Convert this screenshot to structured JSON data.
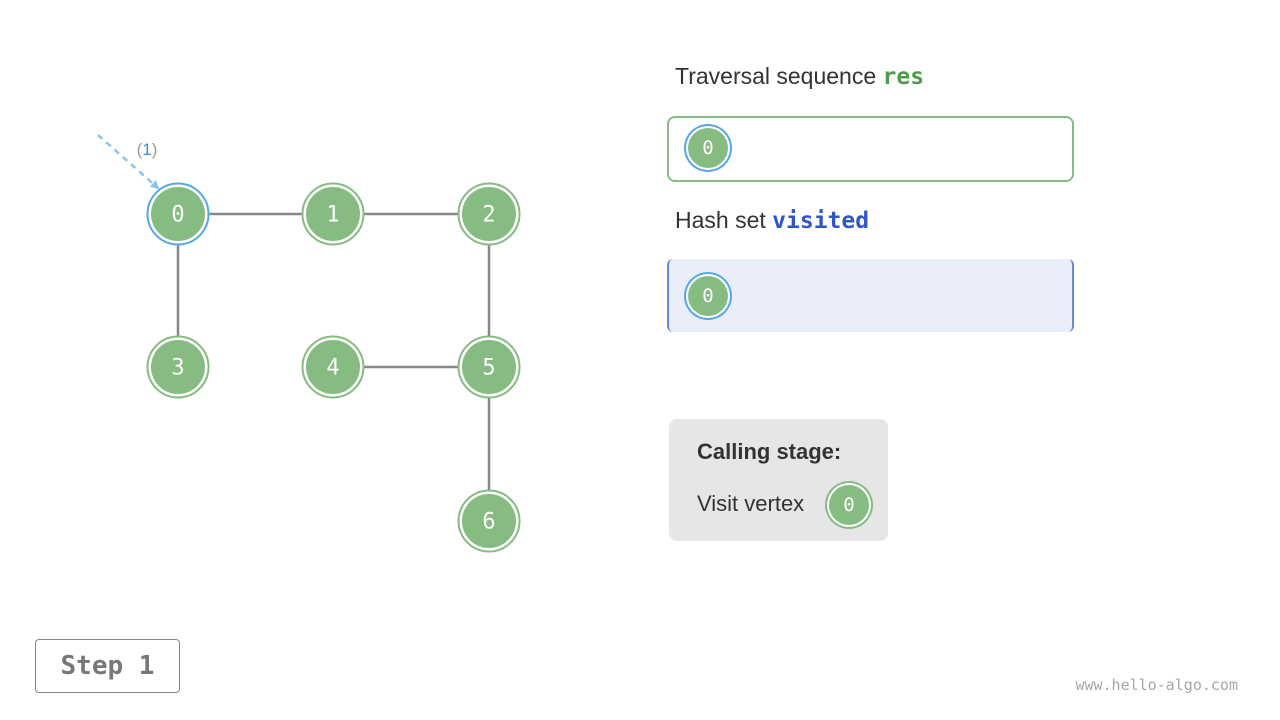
{
  "graph": {
    "nodes": [
      {
        "id": "0",
        "label": "0",
        "state": "current"
      },
      {
        "id": "1",
        "label": "1",
        "state": "unvisited"
      },
      {
        "id": "2",
        "label": "2",
        "state": "unvisited"
      },
      {
        "id": "3",
        "label": "3",
        "state": "unvisited"
      },
      {
        "id": "4",
        "label": "4",
        "state": "unvisited"
      },
      {
        "id": "5",
        "label": "5",
        "state": "unvisited"
      },
      {
        "id": "6",
        "label": "6",
        "state": "unvisited"
      }
    ],
    "edges": [
      [
        "0",
        "1"
      ],
      [
        "1",
        "2"
      ],
      [
        "0",
        "3"
      ],
      [
        "2",
        "5"
      ],
      [
        "4",
        "5"
      ],
      [
        "5",
        "6"
      ]
    ],
    "step_marker": {
      "open": "(",
      "number": "1",
      "close": ")",
      "target": "0"
    }
  },
  "res_section": {
    "title_text": "Traversal sequence ",
    "title_code": "res",
    "items": [
      "0"
    ]
  },
  "visited_section": {
    "title_text": "Hash set ",
    "title_code": "visited",
    "items": [
      "0"
    ]
  },
  "calling": {
    "title": "Calling stage:",
    "text": "Visit vertex",
    "vertex": "0"
  },
  "step_button": {
    "label": "Step 1"
  },
  "watermark": {
    "text": "www.hello-algo.com"
  },
  "colors": {
    "node_fill": "#86bb82",
    "node_ring": "#86bb82",
    "current_ring": "#55a7e6",
    "edge": "#888888",
    "res_code": "#4e9a4c",
    "visited_code": "#2f55c8",
    "marker_arrow": "#8ac6ec"
  }
}
